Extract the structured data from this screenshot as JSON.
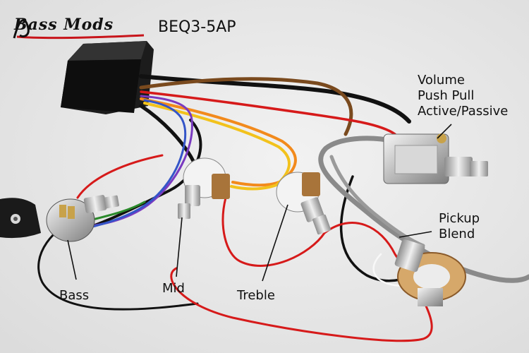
{
  "brand": {
    "logo_text": "Bass Mods",
    "model": "BEQ3-5AP"
  },
  "labels": {
    "volume": [
      "Volume",
      "Push Pull",
      "Active/Passive"
    ],
    "pickup_blend": [
      "Pickup",
      "Blend"
    ],
    "bass": "Bass",
    "mid": "Mid",
    "treble": "Treble"
  },
  "colors": {
    "background": "#ececec",
    "wire_red": "#d61a1a",
    "wire_black": "#111111",
    "wire_gray": "#8a8a8a",
    "wire_orange": "#f28a1c",
    "wire_yellow": "#f2c21c",
    "wire_brown": "#7a4a1e",
    "wire_blue": "#3455c8",
    "wire_purple": "#7a3ac0",
    "wire_green": "#2a8a2a",
    "wire_white": "#f8f8f8",
    "logo_red": "#c8151b"
  }
}
